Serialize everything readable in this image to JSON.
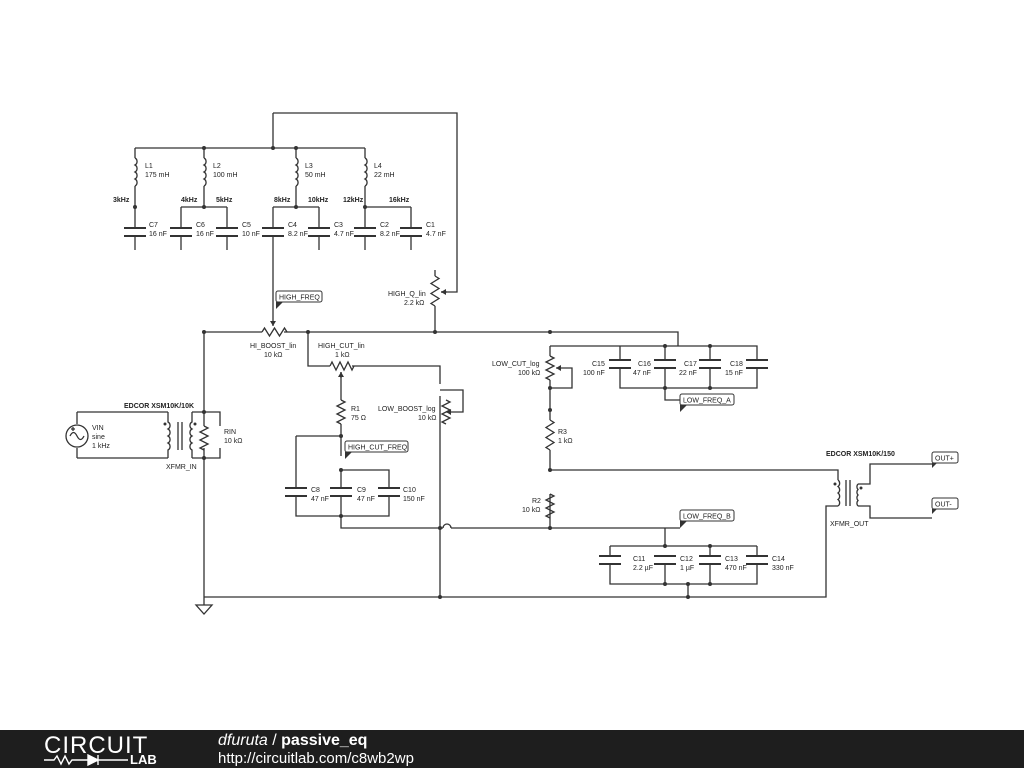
{
  "schematic": {
    "labels": {
      "L1_ref": "L1",
      "L1_val": "175 mH",
      "L2_ref": "L2",
      "L2_val": "100 mH",
      "L3_ref": "L3",
      "L3_val": "50 mH",
      "L4_ref": "L4",
      "L4_val": "22 mH",
      "f3k": "3kHz",
      "f4k": "4kHz",
      "f5k": "5kHz",
      "f8k": "8kHz",
      "f10k": "10kHz",
      "f12k": "12kHz",
      "f16k": "16kHz",
      "C7_ref": "C7",
      "C7_val": "16 nF",
      "C6_ref": "C6",
      "C6_val": "16 nF",
      "C5_ref": "C5",
      "C5_val": "10 nF",
      "C4_ref": "C4",
      "C4_val": "8.2 nF",
      "C3_ref": "C3",
      "C3_val": "4.7 nF",
      "C2_ref": "C2",
      "C2_val": "8.2 nF",
      "C1_ref": "C1",
      "C1_val": "4.7 nF",
      "high_q_ref": "HIGH_Q_lin",
      "high_q_val": "2.2 kΩ",
      "high_freq": "HIGH_FREQ",
      "hi_boost_ref": "HI_BOOST_lin",
      "hi_boost_val": "10 kΩ",
      "high_cut_ref": "HIGH_CUT_lin",
      "high_cut_val": "1 kΩ",
      "low_cut_ref": "LOW_CUT_log",
      "low_cut_val": "100 kΩ",
      "C15_ref": "C15",
      "C15_val": "100 nF",
      "C16_ref": "C16",
      "C16_val": "47 nF",
      "C17_ref": "C17",
      "C17_val": "22 nF",
      "C18_ref": "C18",
      "C18_val": "15 nF",
      "low_freq_a": "LOW_FREQ_A",
      "R1_ref": "R1",
      "R1_val": "75 Ω",
      "low_boost_ref": "LOW_BOOST_log",
      "low_boost_val": "10 kΩ",
      "high_cut_freq": "HIGH_CUT_FREQ",
      "R3_ref": "R3",
      "R3_val": "1 kΩ",
      "edcor_in": "EDCOR XSM10K/10K",
      "vin_ref": "VIN",
      "vin_type": "sine",
      "vin_val": "1 kHz",
      "rin_ref": "RIN",
      "rin_val": "10 kΩ",
      "xfmr_in": "XFMR_IN",
      "C8_ref": "C8",
      "C8_val": "47 nF",
      "C9_ref": "C9",
      "C9_val": "47 nF",
      "C10_ref": "C10",
      "C10_val": "150 nF",
      "R2_ref": "R2",
      "R2_val": "10 kΩ",
      "low_freq_b": "LOW_FREQ_B",
      "C11_ref": "C11",
      "C11_val": "2.2 µF",
      "C12_ref": "C12",
      "C12_val": "1 µF",
      "C13_ref": "C13",
      "C13_val": "470 nF",
      "C14_ref": "C14",
      "C14_val": "330 nF",
      "edcor_out": "EDCOR XSM10K/150",
      "xfmr_out": "XFMR_OUT",
      "out_plus": "OUT+",
      "out_minus": "OUT-"
    }
  },
  "footer": {
    "logo_top": "CIRCUIT",
    "logo_bottom": "LAB",
    "user": "dfuruta",
    "separator": " / ",
    "project": "passive_eq",
    "url": "http://circuitlab.com/c8wb2wp"
  }
}
